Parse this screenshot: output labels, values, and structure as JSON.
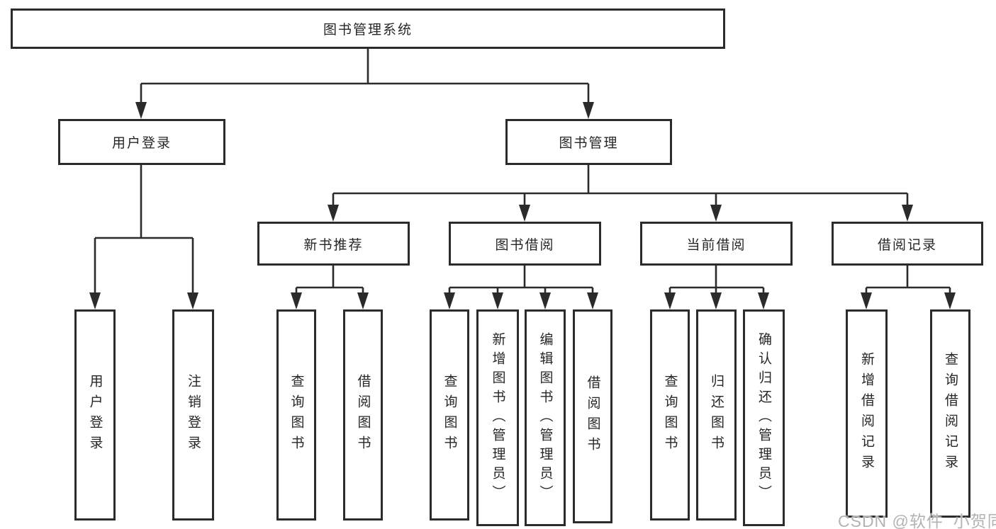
{
  "diagram": {
    "root": {
      "label": "图书管理系统"
    },
    "level2": [
      {
        "label": "用户登录"
      },
      {
        "label": "图书管理"
      }
    ],
    "level3": [
      {
        "label": "新书推荐"
      },
      {
        "label": "图书借阅"
      },
      {
        "label": "当前借阅"
      },
      {
        "label": "借阅记录"
      }
    ],
    "leaves": {
      "login": [
        "用户登录",
        "注销登录"
      ],
      "recommend": [
        "查询图书",
        "借阅图书"
      ],
      "borrow": [
        "查询图书",
        "新增图书（管理员）",
        "编辑图书（管理员）",
        "借阅图书"
      ],
      "current": [
        "查询图书",
        "归还图书",
        "确认归还（管理员）"
      ],
      "records": [
        "新增借阅记录",
        "查询借阅记录"
      ]
    }
  },
  "watermark": "CSDN @软件_小贺同学",
  "colors": {
    "line": "#2b2b2b",
    "text": "#262626",
    "watermark": "#b3b3b3",
    "background": "#ffffff"
  }
}
